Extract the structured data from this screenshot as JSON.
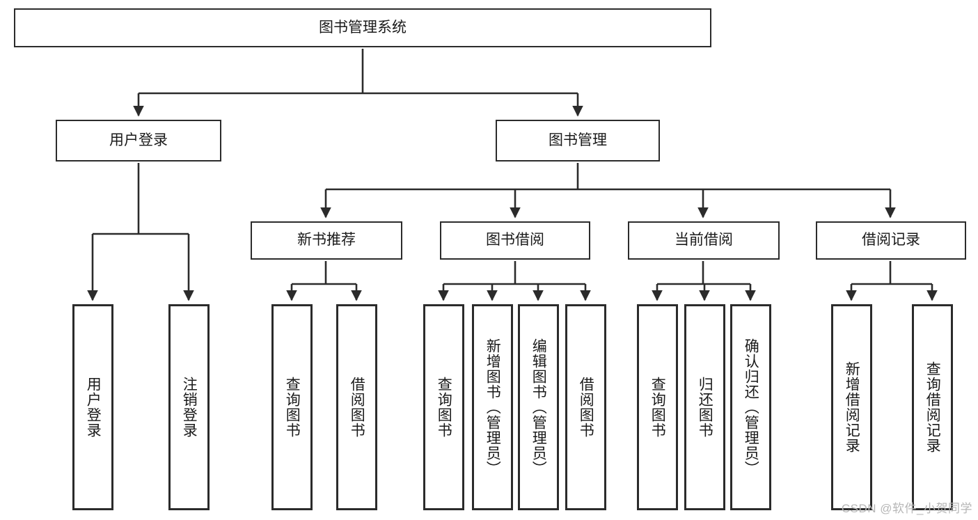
{
  "diagram": {
    "title": "图书管理系统",
    "watermark": "CSDN @软件_小贺同学",
    "colors": {
      "stroke": "#2b2b2b",
      "fill": "#ffffff",
      "background": "#ffffff",
      "watermark": "#b6b6b6"
    },
    "root": {
      "label": "图书管理系统"
    },
    "level2": [
      {
        "label": "用户登录"
      },
      {
        "label": "图书管理"
      }
    ],
    "level3": [
      {
        "label": "新书推荐"
      },
      {
        "label": "图书借阅"
      },
      {
        "label": "当前借阅"
      },
      {
        "label": "借阅记录"
      }
    ],
    "leaves": {
      "user_login": [
        {
          "label": "用户登录"
        },
        {
          "label": "注销登录"
        }
      ],
      "new_book_recommend": [
        {
          "label": "查询图书"
        },
        {
          "label": "借阅图书"
        }
      ],
      "book_borrow": [
        {
          "label": "查询图书"
        },
        {
          "label": "新增图书（管理员）"
        },
        {
          "label": "编辑图书（管理员）"
        },
        {
          "label": "借阅图书"
        }
      ],
      "current_borrow": [
        {
          "label": "查询图书"
        },
        {
          "label": "归还图书"
        },
        {
          "label": "确认归还（管理员）"
        }
      ],
      "borrow_records": [
        {
          "label": "新增借阅记录"
        },
        {
          "label": "查询借阅记录"
        }
      ]
    }
  }
}
